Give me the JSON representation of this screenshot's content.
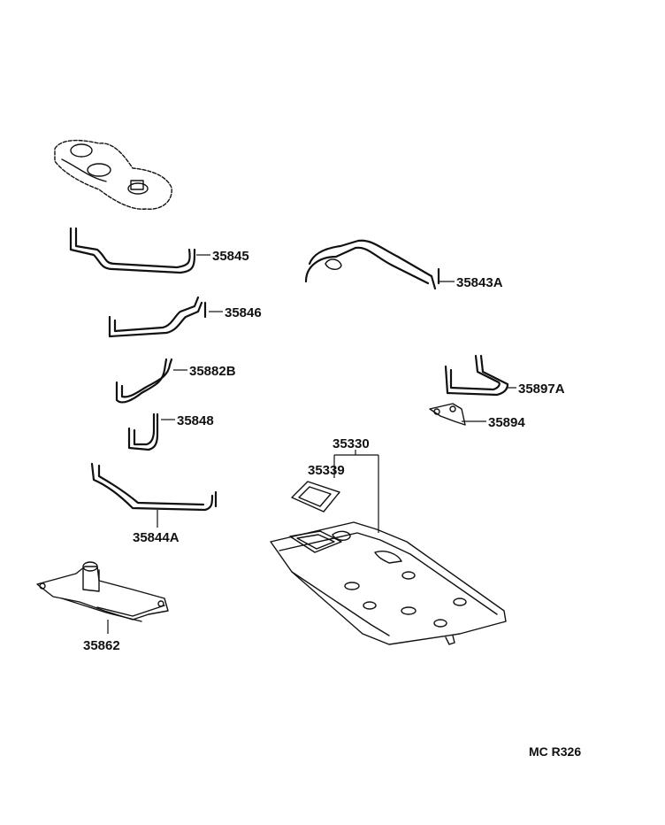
{
  "parts": {
    "p35845": "35845",
    "p35843A": "35843A",
    "p35846": "35846",
    "p35882B": "35882B",
    "p35897A": "35897A",
    "p35848": "35848",
    "p35894": "35894",
    "p35330": "35330",
    "p35339": "35339",
    "p35844A": "35844A",
    "p35862": "35862"
  },
  "reference_code": "MC R326"
}
